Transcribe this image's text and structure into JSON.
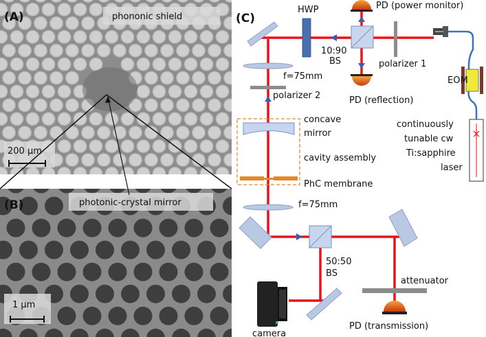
{
  "panels": {
    "a": {
      "label": "(A)",
      "caption": "phononic shield",
      "scalebar": "200 µm"
    },
    "b": {
      "label": "(B)",
      "caption": "photonic-crystal mirror",
      "scalebar": "1 µm"
    },
    "c": {
      "label": "(C)",
      "components": {
        "hwp": "HWP",
        "pd_power": "PD (power monitor)",
        "bs_1090_a": "10:90",
        "bs_1090_b": "BS",
        "polarizer1": "polarizer 1",
        "eom": "EOM",
        "pd_reflection": "PD (reflection)",
        "lens_top": "f=75mm",
        "polarizer2": "polarizer 2",
        "concave_a": "concave",
        "concave_b": "mirror",
        "cavity": "cavity assembly",
        "phc": "PhC membrane",
        "laser_1": "continuously",
        "laser_2": "tunable cw",
        "laser_3": "Ti:sapphire",
        "laser_4": "laser",
        "lens_bottom": "f=75mm",
        "bs_5050_a": "50:50",
        "bs_5050_b": "BS",
        "attenuator": "attenuator",
        "camera": "camera",
        "pd_transmission": "PD (transmission)"
      }
    }
  },
  "colors": {
    "beam": "#e8141a",
    "fiber": "#3a73c6",
    "optic": "#b9c9e3",
    "hwp": "#4a6fb0",
    "cavity_box": "#e08a2c",
    "detector": "#e0541a",
    "eom": "#f2ea3a",
    "panel_bg": "#8e8e8e",
    "panel_b_bg": "#8a8a8a"
  }
}
